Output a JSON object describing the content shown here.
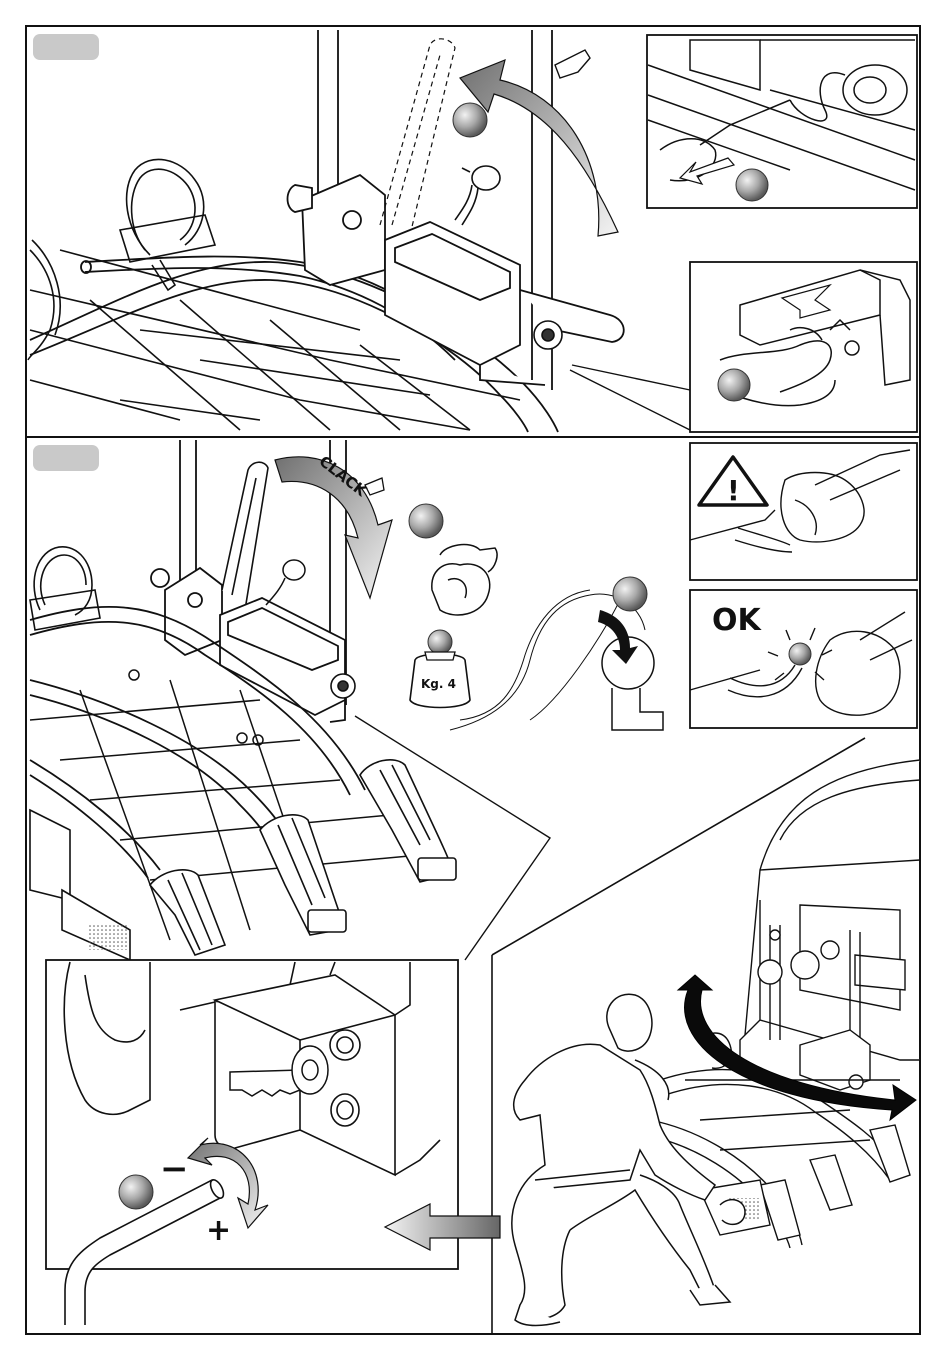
{
  "labels": {
    "clack": "CLACK",
    "weight": "Kg. 4",
    "ok": "OK",
    "minus": "−",
    "plus": "+",
    "warning_mark": "!"
  },
  "colors": {
    "line": "#111111",
    "step_badge": "#c9c9c9",
    "callout_ball": "#9a9a9a",
    "arrow_fill": "#8c8c8c",
    "dark_arrow": "#0a0a0a",
    "cable_gray": "#b8b8b8"
  },
  "icons": [
    "warning-triangle-icon",
    "rotation-arrow-icon",
    "weight-icon",
    "key-icon",
    "allen-key-icon"
  ]
}
